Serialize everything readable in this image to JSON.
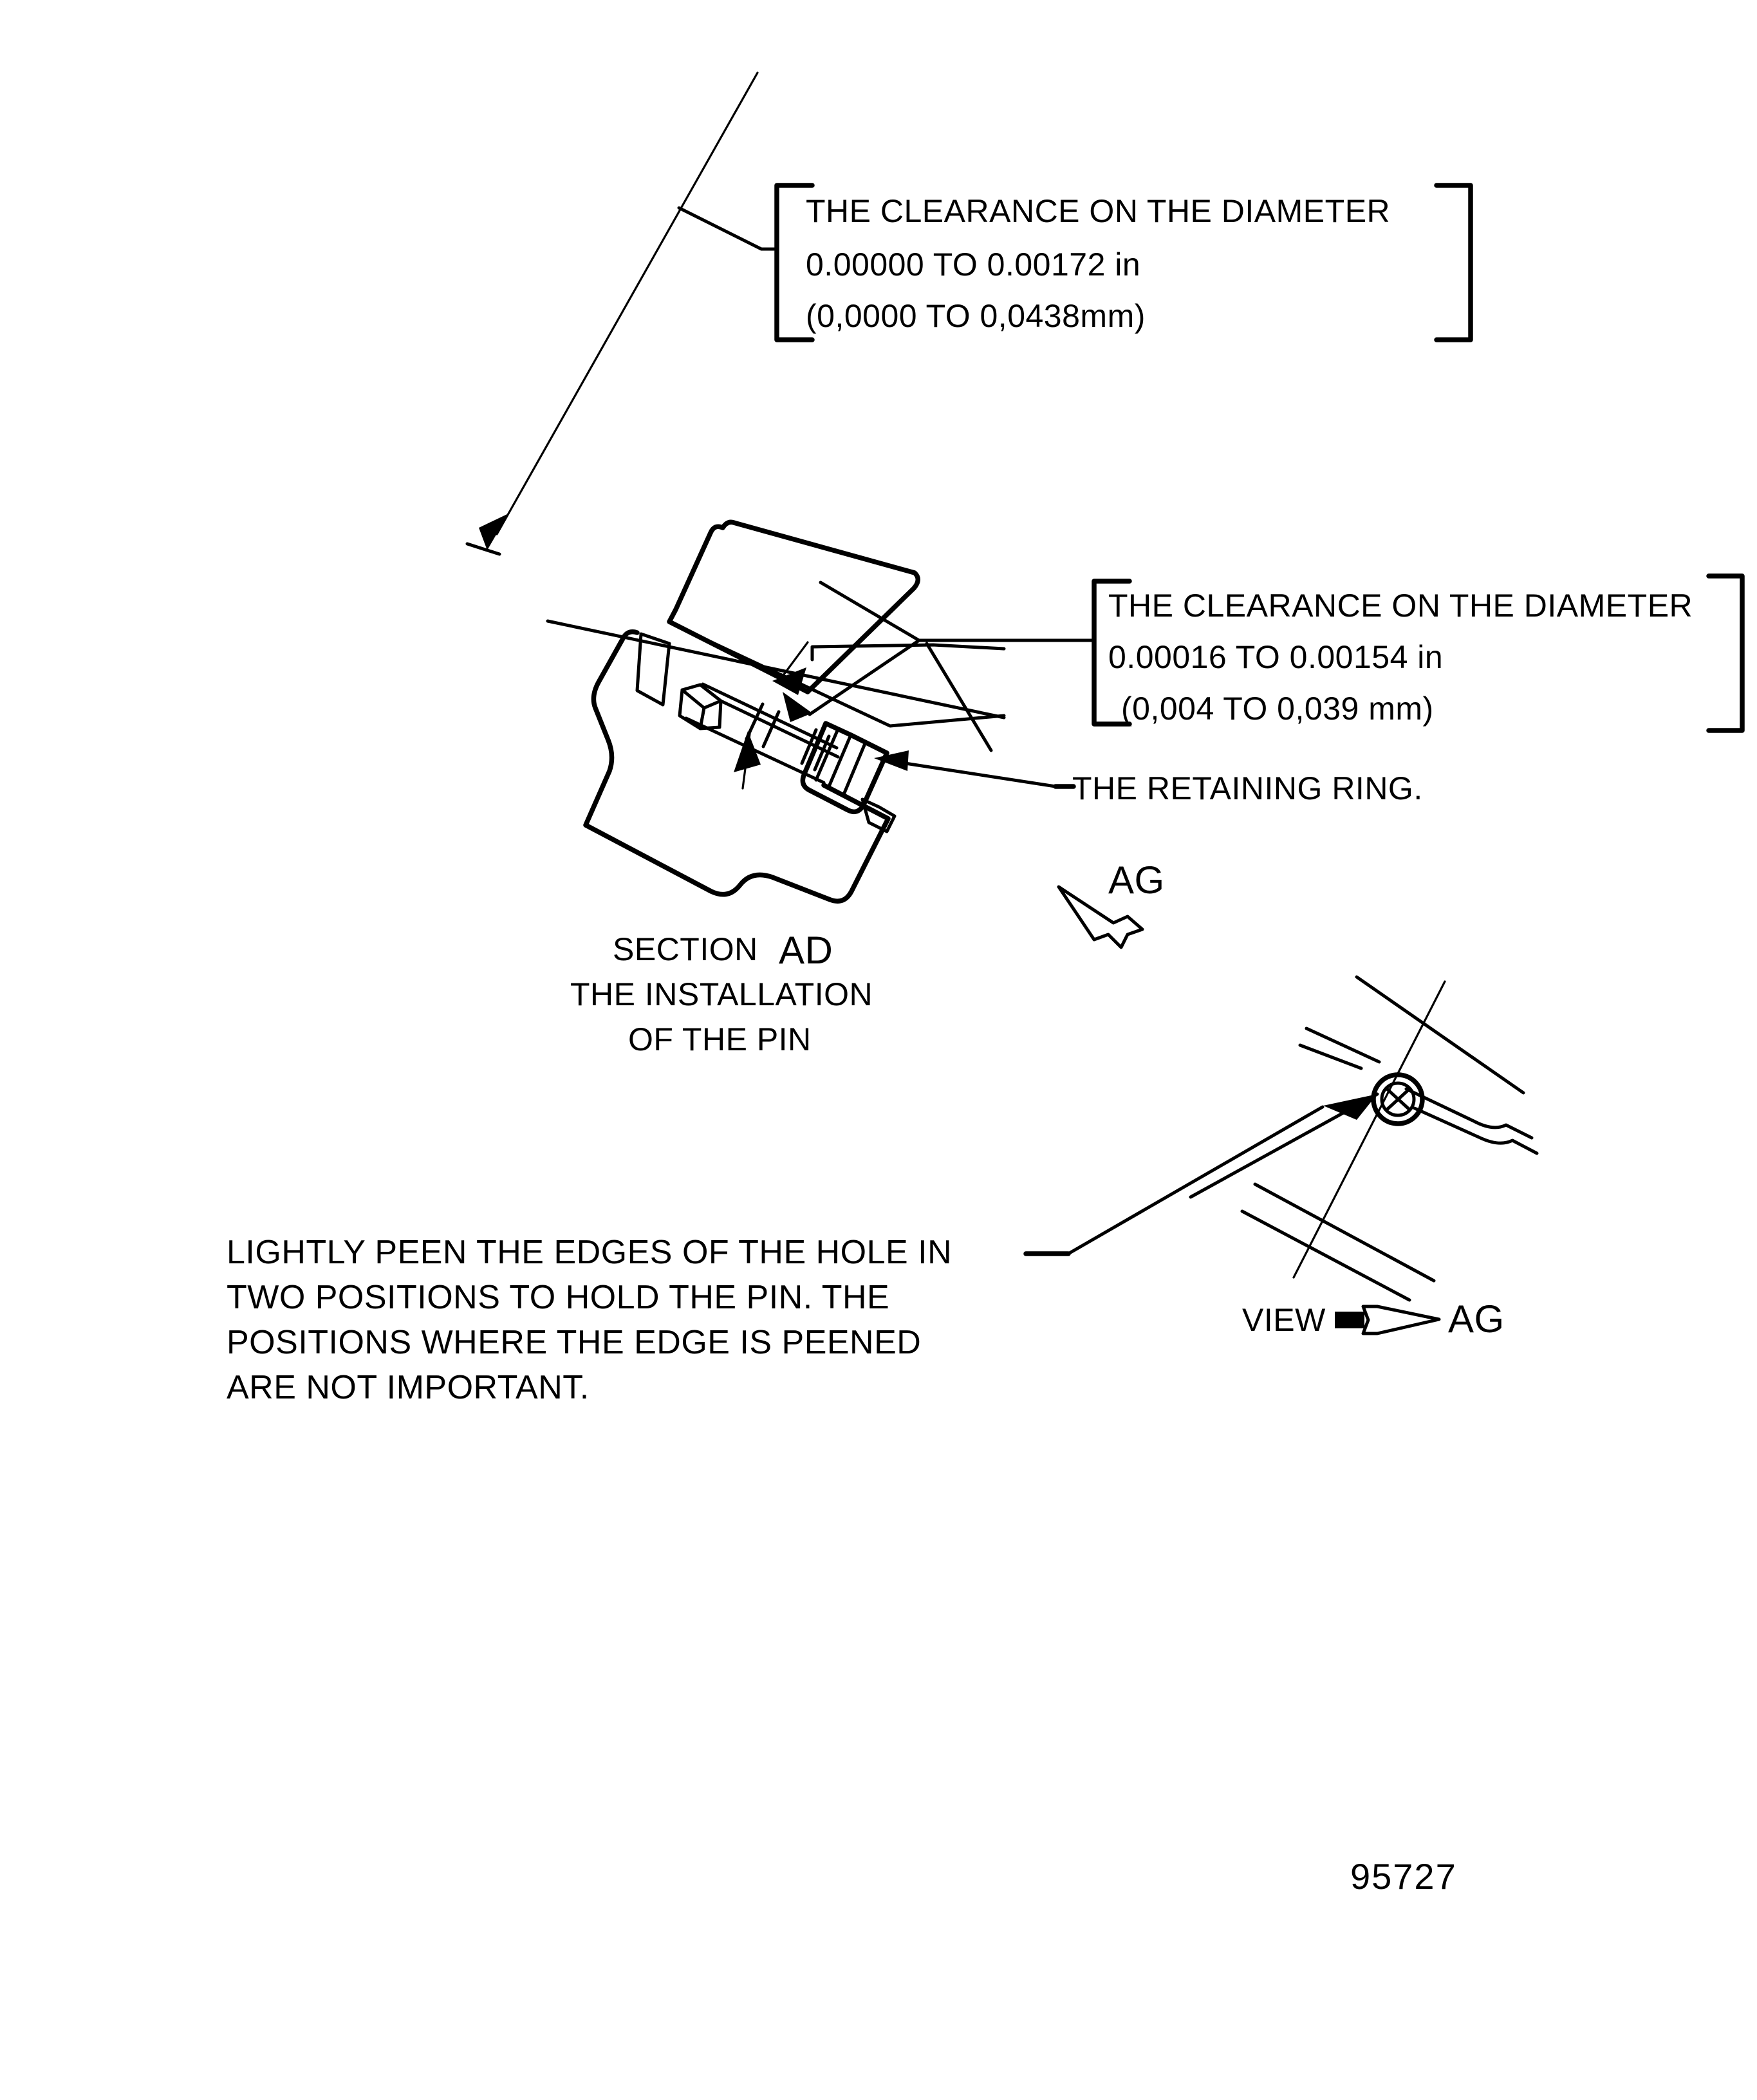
{
  "document": {
    "type": "engineering-drawing",
    "title": "SECTION AD - THE INSTALLATION OF THE PIN",
    "figure_number": "95727"
  },
  "callouts": {
    "clearance_upper": {
      "line1": "THE CLEARANCE ON  THE DIAMETER",
      "line2": "0.00000  TO  0.00172 in",
      "line3": "(0,0000  TO  0,0438mm)"
    },
    "clearance_lower": {
      "line1": "THE CLEARANCE ON  THE DIAMETER",
      "line2": "0.00016  TO  0.00154 in",
      "line3": "(0,004  TO  0,039 mm)"
    },
    "retaining_ring": "THE  RETAINING RING."
  },
  "section_label": {
    "line1_prefix": "SECTION",
    "line1_id": "AD",
    "line2": "THE INSTALLATION",
    "line3": "OF THE PIN"
  },
  "view_marks": {
    "section_arrow_id": "AG",
    "view_prefix": "VIEW",
    "view_id": "AG"
  },
  "note_paragraph": {
    "line1": "LIGHTLY PEEN THE EDGES OF THE HOLE IN",
    "line2": "TWO POSITIONS TO HOLD THE PIN. THE",
    "line3": "POSITIONS WHERE THE EDGE IS PEENED",
    "line4": "ARE NOT IMPORTANT."
  },
  "colors": {
    "ink": "#000000",
    "paper": "#ffffff"
  }
}
